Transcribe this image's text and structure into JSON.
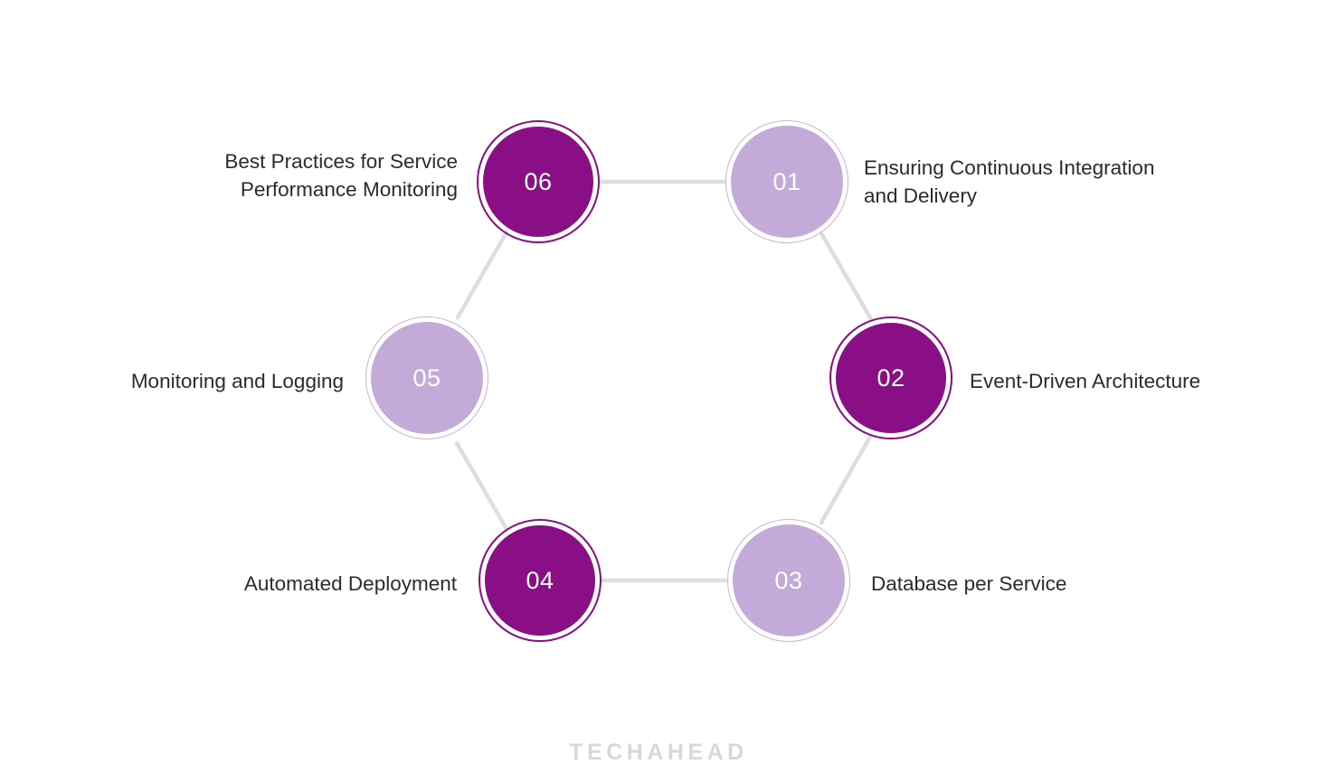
{
  "diagram": {
    "type": "hexagon-cycle",
    "background_color": "#ffffff",
    "connector_color": "#dedede",
    "dark_node_color": "#8a0e86",
    "light_node_color": "#c4aad8",
    "label_color": "#2b2b2b",
    "nodes": [
      {
        "number": "01",
        "label": "Ensuring Continuous Integration\nand Delivery",
        "style": "light",
        "label_side": "right"
      },
      {
        "number": "02",
        "label": "Event-Driven Architecture",
        "style": "dark",
        "label_side": "right"
      },
      {
        "number": "03",
        "label": "Database per Service",
        "style": "light",
        "label_side": "right"
      },
      {
        "number": "04",
        "label": "Automated Deployment",
        "style": "dark",
        "label_side": "left"
      },
      {
        "number": "05",
        "label": "Monitoring and Logging",
        "style": "light",
        "label_side": "left"
      },
      {
        "number": "06",
        "label": "Best Practices for Service\nPerformance Monitoring",
        "style": "dark",
        "label_side": "left"
      }
    ]
  },
  "watermark": {
    "text": "TECHAHEAD"
  }
}
